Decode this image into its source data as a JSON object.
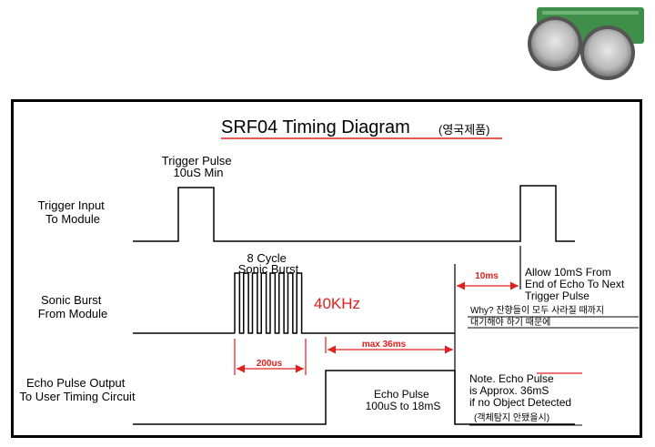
{
  "title": "SRF04 Timing Diagram",
  "title_note": "(영국제품)",
  "signals": {
    "trigger": {
      "line1": "Trigger Input",
      "line2": "To Module"
    },
    "sonic": {
      "line1": "Sonic Burst",
      "line2": "From Module"
    },
    "echo": {
      "line1": "Echo Pulse Output",
      "line2": "To User Timing Circuit"
    }
  },
  "annotations": {
    "trigger_pulse_1": "Trigger Pulse",
    "trigger_pulse_2": "10uS Min",
    "burst_1": "8 Cycle",
    "burst_2": "Sonic Burst",
    "freq": "40KHz",
    "dim_200us": "200us",
    "dim_max36ms": "max 36ms",
    "dim_10ms": "10ms",
    "allow_1": "Allow 10mS From",
    "allow_2": "End of Echo To Next",
    "allow_3": "Trigger Pulse",
    "why_1": "Why? 잔향들이 모두 사라질 때까지",
    "why_2": "대기해야 하기 때문에",
    "echo_pulse_1": "Echo Pulse",
    "echo_pulse_2": "100uS to 18mS",
    "note_1": "Note. Echo Pulse",
    "note_2": "is Approx. 36mS",
    "note_3": "if no Object Detected",
    "note_4": "(객체탐지 안됐을시)"
  },
  "colors": {
    "accent": "#e0201c",
    "ink": "#000000"
  },
  "module_image": "srf04-sensor-module"
}
